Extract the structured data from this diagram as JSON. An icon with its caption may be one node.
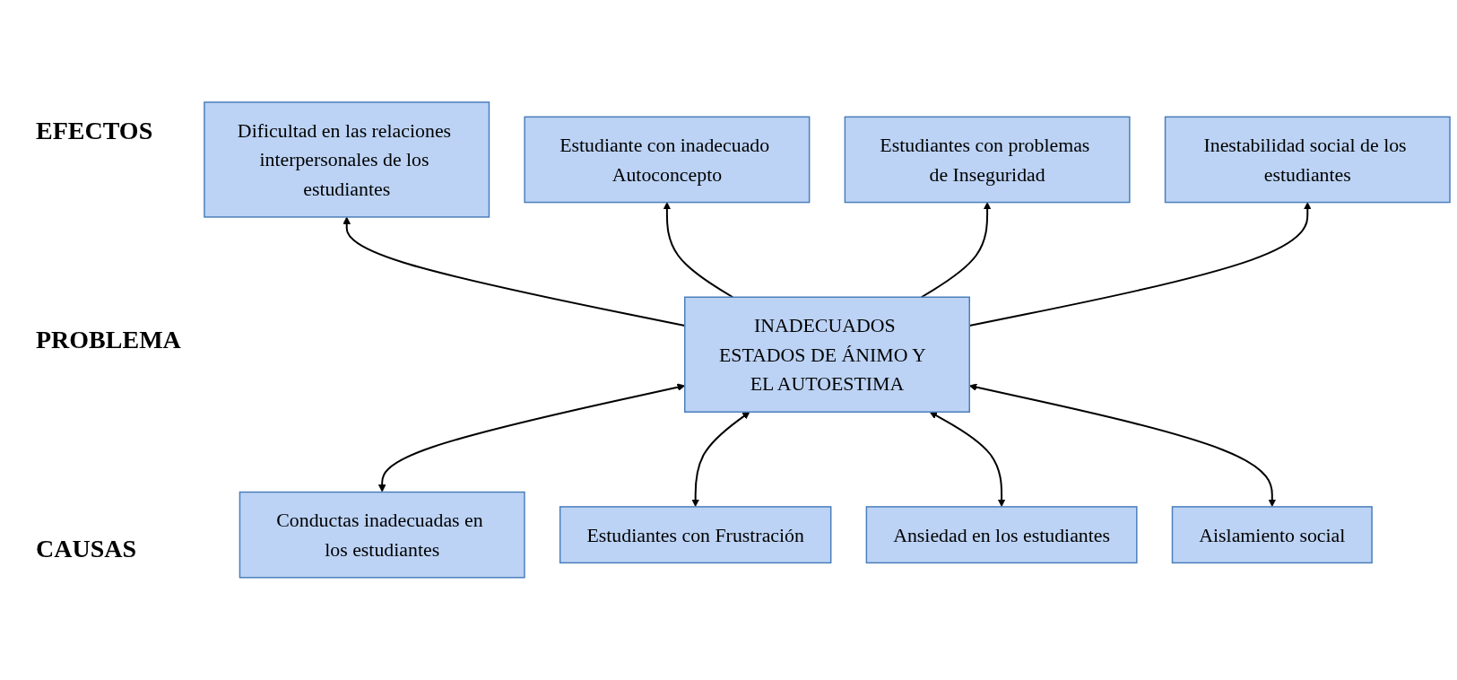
{
  "diagram": {
    "nodes": [
      {
        "text": [
          "INADECUADOS ESTADOS DE ÁNIMO Y  EL AUTOESTIMA"
        ]
      },
      {
        "text": [
          "Dificultad en las relaciones interpersonales de los estudiantes"
        ]
      },
      {
        "text": [
          "Estudiante con inadecuado Autoconcepto"
        ]
      },
      {
        "text": [
          "Estudiantes con problemas de Inseguridad"
        ]
      },
      {
        "text": [
          "Inestabilidad social de los estudiantes"
        ]
      },
      {
        "text": [
          "Conductas inadecuadas en los estudiantes"
        ]
      },
      {
        "text": [
          "Estudiantes con Frustración"
        ]
      },
      {
        "text": [
          "Ansiedad en los estudiantes"
        ]
      },
      {
        "text": [
          "Aislamiento social"
        ]
      }
    ],
    "edges": [
      {
        "from": 0,
        "to": 1,
        "arrow": "to"
      },
      {
        "from": 0,
        "to": 2,
        "arrow": "to"
      },
      {
        "from": 0,
        "to": 3,
        "arrow": "to"
      },
      {
        "from": 0,
        "to": 4,
        "arrow": "to"
      },
      {
        "from": 5,
        "to": 0,
        "arrow": "both"
      },
      {
        "from": 6,
        "to": 0,
        "arrow": "both"
      },
      {
        "from": 7,
        "to": 0,
        "arrow": "both"
      },
      {
        "from": 8,
        "to": 0,
        "arrow": "both"
      }
    ],
    "labels": [
      "EFECTOS",
      "PROBLEMA",
      "CAUSAS"
    ]
  }
}
